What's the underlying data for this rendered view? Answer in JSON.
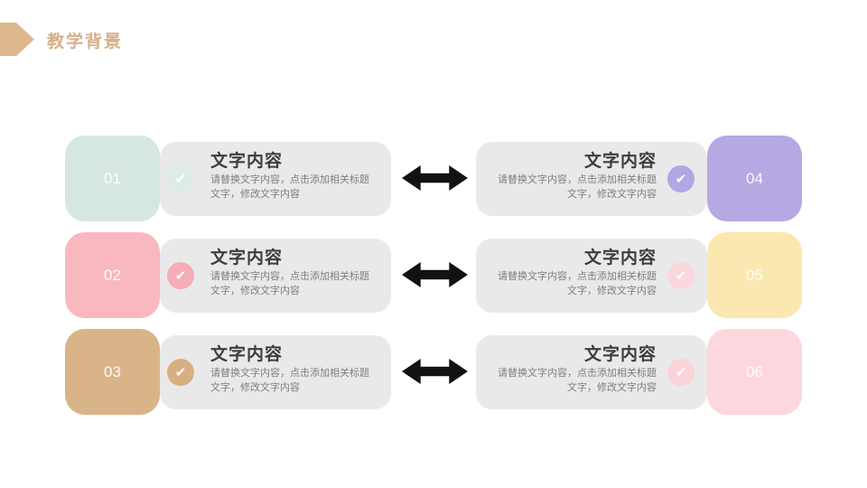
{
  "slide": {
    "title": "教学背景",
    "accent_color": "#ddb88e",
    "title_color": "#d5b08a",
    "panel_color": "#e9e9e9",
    "arrow_color": "#121212"
  },
  "rows": [
    {
      "left": {
        "number": "01",
        "badge_color": "#d6e7e1",
        "check_color": "#ddece6",
        "title": "文字内容",
        "body_line1": "请替换文字内容，点击添加相关标题",
        "body_line2": "文字，修改文字内容"
      },
      "right": {
        "number": "04",
        "badge_color": "#b6a9e3",
        "check_color": "#b3a6e4",
        "title": "文字内容",
        "body_line1": "请替换文字内容，点击添加相关标题",
        "body_line2": "文字，修改文字内容"
      }
    },
    {
      "left": {
        "number": "02",
        "badge_color": "#f9b8c0",
        "check_color": "#f7adb7",
        "title": "文字内容",
        "body_line1": "请替换文字内容，点击添加相关标题",
        "body_line2": "文字，修改文字内容"
      },
      "right": {
        "number": "05",
        "badge_color": "#fbe7b0",
        "check_color": "#fbd7dd",
        "title": "文字内容",
        "body_line1": "请替换文字内容，点击添加相关标题",
        "body_line2": "文字，修改文字内容"
      }
    },
    {
      "left": {
        "number": "03",
        "badge_color": "#d9b489",
        "check_color": "#d7af82",
        "title": "文字内容",
        "body_line1": "请替换文字内容，点击添加相关标题",
        "body_line2": "文字，修改文字内容"
      },
      "right": {
        "number": "06",
        "badge_color": "#fcd7dd",
        "check_color": "#fbd3da",
        "title": "文字内容",
        "body_line1": "请替换文字内容，点击添加相关标题",
        "body_line2": "文字，修改文字内容"
      }
    }
  ]
}
